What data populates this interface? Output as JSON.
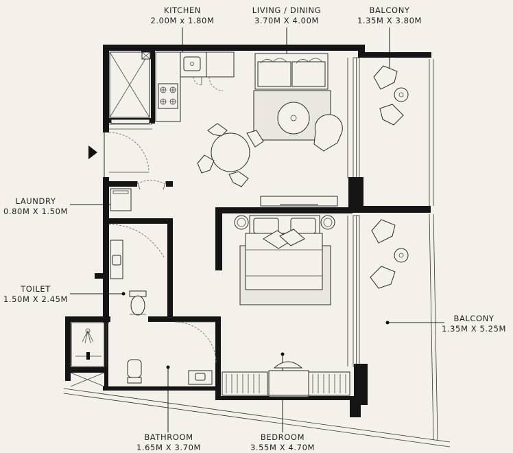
{
  "rooms": {
    "kitchen": {
      "name": "KITCHEN",
      "size": "2.00M x 1.80M"
    },
    "living": {
      "name": "LIVING / DINING",
      "size": "3.70M X 4.00M"
    },
    "balcony_top": {
      "name": "BALCONY",
      "size": "1.35M X 3.80M"
    },
    "laundry": {
      "name": "LAUNDRY",
      "size": "0.80M X 1.50M"
    },
    "toilet": {
      "name": "TOILET",
      "size": "1.50M X 2.45M"
    },
    "balcony_right": {
      "name": "BALCONY",
      "size": "1.35M X 5.25M"
    },
    "bathroom": {
      "name": "BATHROOM",
      "size": "1.65M X 3.70M"
    },
    "bedroom": {
      "name": "BEDROOM",
      "size": "3.55M X 4.70M"
    }
  }
}
